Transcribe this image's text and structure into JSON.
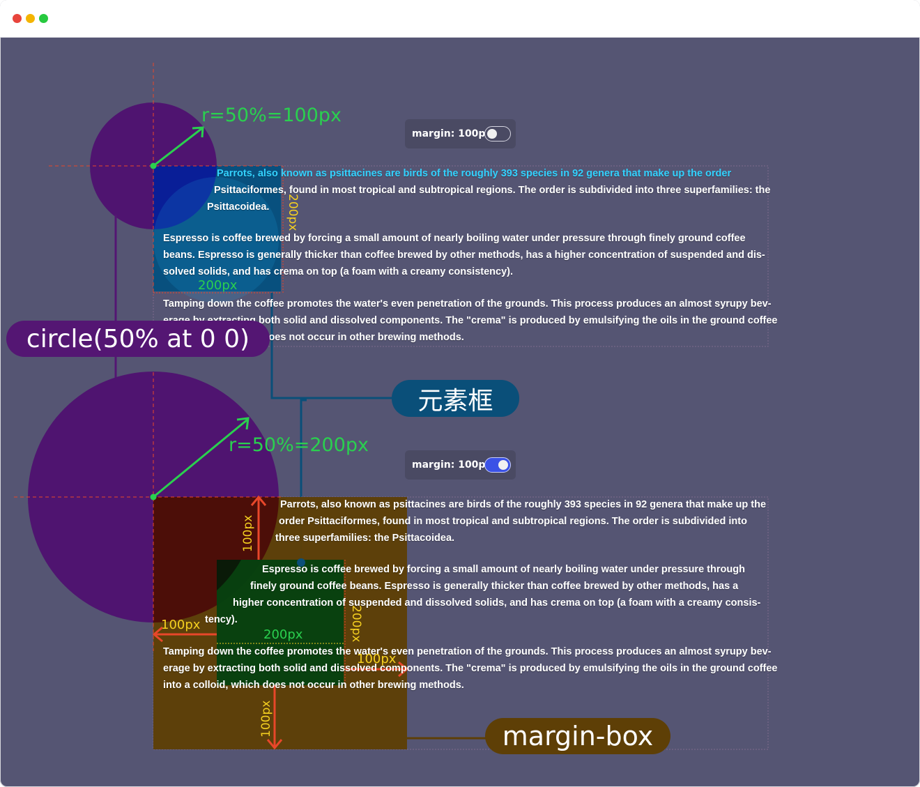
{
  "toggles": [
    {
      "label": "margin: 100px",
      "state": "off"
    },
    {
      "label": "margin: 100px",
      "state": "on"
    }
  ],
  "top_demo": {
    "radius_label": "r=50%=100px",
    "box_height_label": "200px",
    "box_width_label": "200px",
    "paragraphs": [
      {
        "lines": [
          "Parrots, also known as psittacines are birds of the roughly 393 species in 92 genera that make up the order",
          "Psittaciformes, found in most tropical and subtropical regions. The order is subdivided into three superfamilies: the",
          "Psittacoidea."
        ]
      },
      {
        "lines": [
          "Espresso is coffee brewed by forcing a small amount of nearly boiling water under pressure through finely ground coffee",
          "beans. Espresso is generally thicker than coffee brewed by other methods, has a higher concentration of suspended and dis-",
          "solved solids, and has crema on top (a foam with a creamy consistency)."
        ]
      },
      {
        "lines": [
          "Tamping down the coffee promotes the water's even penetration of the grounds. This process produces an almost syrupy bev-",
          "erage by extracting both solid and dissolved components. The \"crema\" is produced by emulsifying the oils in the ground coffee",
          "into a colloid, which does not occur in other brewing methods."
        ]
      }
    ]
  },
  "bottom_demo": {
    "radius_label": "r=50%=200px",
    "margin_top_label": "100px",
    "margin_left_label": "100px",
    "margin_right_label": "100px",
    "margin_bottom_label": "100px",
    "box_height_label": "200px",
    "box_width_label": "200px",
    "paragraphs": [
      {
        "lines": [
          "Parrots, also known as psittacines are birds of the roughly 393 species in 92 genera that make up the",
          "order Psittaciformes, found in most tropical and subtropical regions. The order is subdivided into",
          "three superfamilies: the Psittacoidea."
        ]
      },
      {
        "lines": [
          "Espresso is coffee brewed by forcing a small amount of nearly boiling water under pressure through",
          "finely ground coffee beans. Espresso is generally thicker than coffee brewed by other methods, has a",
          "higher concentration of suspended and dissolved solids, and has crema on top (a foam with a creamy consis-",
          "tency)."
        ]
      },
      {
        "lines": [
          "Tamping down the coffee promotes the water's even penetration of the grounds. This process produces an almost syrupy bev-",
          "erage by extracting both solid and dissolved components. The \"crema\" is produced by emulsifying the oils in the ground coffee",
          "into a colloid, which does not occur in other brewing methods."
        ]
      }
    ]
  },
  "callouts": {
    "circle_function": "circle(50% at 0 0)",
    "element_box": "元素框",
    "margin_box": "margin-box"
  },
  "colors": {
    "background": "#555573",
    "circle": "#4f1470",
    "element_box_top": "#04507e",
    "margin_box": "#5e3f06",
    "element_box_bottom": "#06410f",
    "measure_green": "#2ad04f",
    "measure_red": "#e8472a",
    "measure_yellow": "#f5d020",
    "toggle_on": "#3b52e6"
  }
}
